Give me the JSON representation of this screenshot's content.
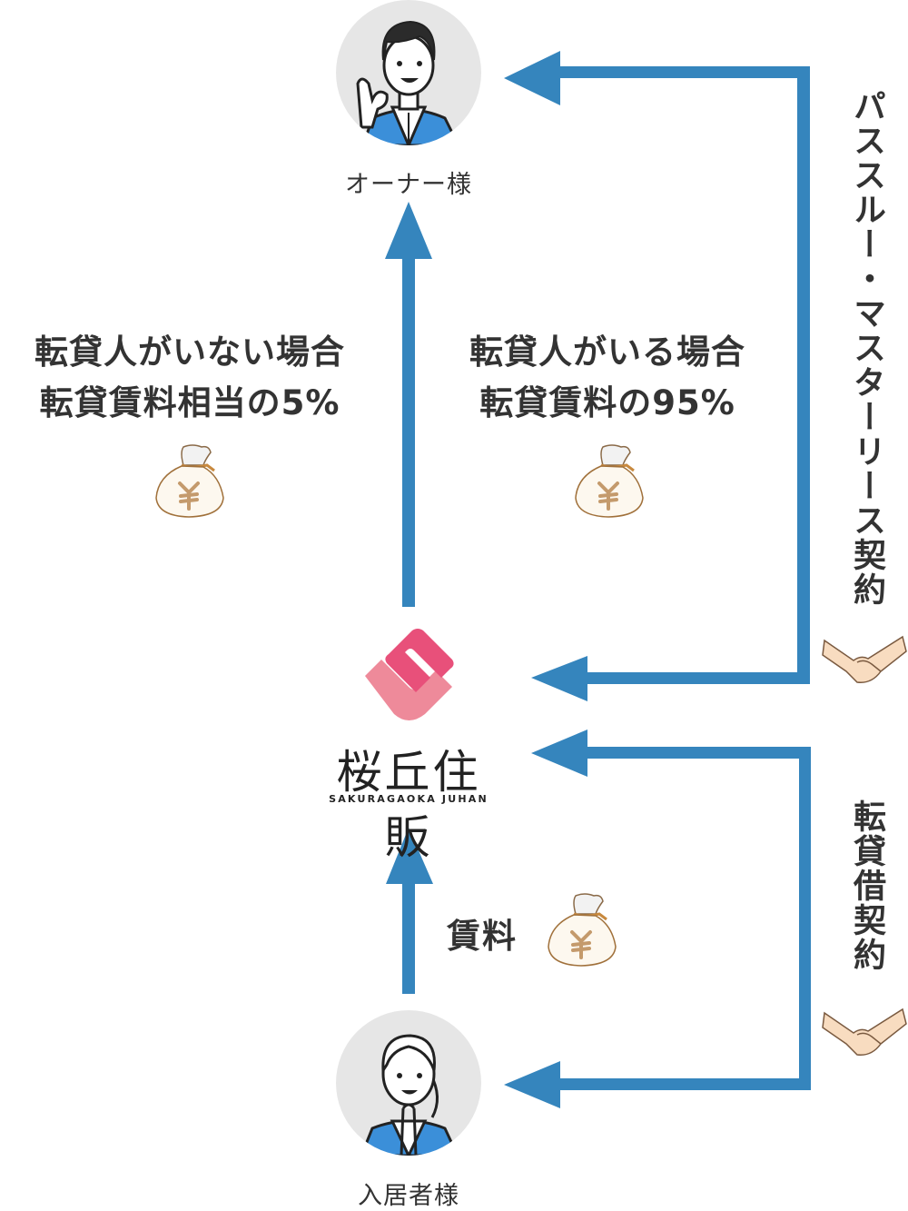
{
  "colors": {
    "arrow": "#3585BD",
    "text": "#333333",
    "avatar_bg": "#E6E6E6",
    "logo_pink_dark": "#E8507A",
    "logo_pink_light": "#EE8A9A",
    "suit_blue": "#3B8FD9",
    "bag_fill": "#FDF8EF",
    "bag_stroke": "#A0703A",
    "yen_color": "#C49A6C",
    "skin": "#F8DCC0"
  },
  "nodes": {
    "owner": {
      "label": "オーナー様",
      "icon": "businessman-ok-icon"
    },
    "company": {
      "name_jp": "桜丘住販",
      "name_en": "SAKURAGAOKA JUHAN",
      "icon": "company-logo-icon"
    },
    "tenant": {
      "label": "入居者様",
      "icon": "resident-praying-icon"
    }
  },
  "flows": {
    "no_subtenant": {
      "line1": "転貸人がいない場合",
      "line2": "転貸賃料相当の5%",
      "icon": "money-bag-yen-icon"
    },
    "with_subtenant": {
      "line1": "転貸人がいる場合",
      "line2": "転貸賃料の95%",
      "icon": "money-bag-yen-icon"
    },
    "rent": {
      "label": "賃料",
      "icon": "money-bag-yen-icon"
    }
  },
  "contracts": {
    "master_lease": {
      "label": "パススルー・マスターリース契約",
      "icon": "handshake-icon"
    },
    "sublease": {
      "label": "転貸借契約",
      "icon": "handshake-icon"
    }
  }
}
